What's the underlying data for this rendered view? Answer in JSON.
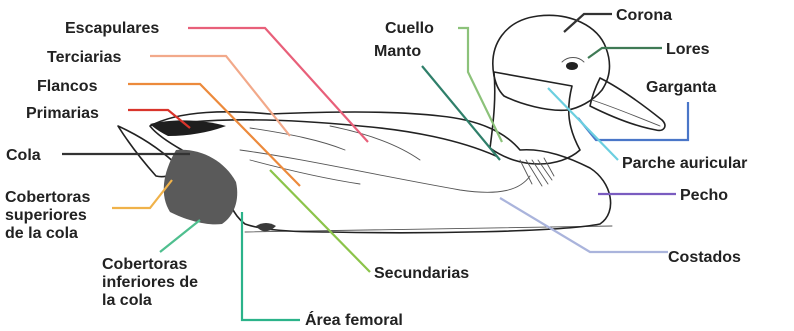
{
  "labels": {
    "escapulares": "Escapulares",
    "terciarias": "Terciarias",
    "flancos": "Flancos",
    "primarias": "Primarias",
    "cola": "Cola",
    "cobertoras_superiores": [
      "Cobertoras",
      "superiores",
      "de la cola"
    ],
    "cobertoras_inferiores": [
      "Cobertoras",
      "inferiores de",
      "la cola"
    ],
    "area_femoral": "Área femoral",
    "secundarias": "Secundarias",
    "cuello": "Cuello",
    "manto": "Manto",
    "corona": "Corona",
    "lores": "Lores",
    "garganta": "Garganta",
    "parche_auricular": "Parche auricular",
    "pecho": "Pecho",
    "costados": "Costados"
  },
  "colors": {
    "escapulares": "#e8607a",
    "terciarias": "#f2a98a",
    "flancos": "#ec8a3c",
    "primarias": "#d9342b",
    "cola": "#333333",
    "cobertoras_superiores": "#f0b24a",
    "cobertoras_inferiores": "#4fbf8f",
    "area_femoral": "#2bb38a",
    "secundarias": "#8cc44a",
    "cuello": "#8cc27a",
    "manto": "#2f7f6a",
    "corona": "#333333",
    "lores": "#3f7a55",
    "garganta": "#4a76c8",
    "parche_auricular": "#6ccfe0",
    "pecho": "#7a5cc0",
    "costados": "#aab4dc"
  }
}
